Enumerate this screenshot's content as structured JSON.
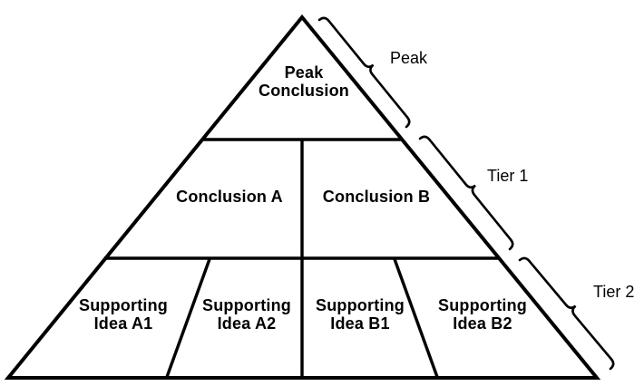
{
  "diagram": {
    "type": "pyramid-hierarchy",
    "colors": {
      "stroke": "#000000",
      "text": "#000000",
      "background": "#ffffff"
    },
    "peak_cell": {
      "line1": "Peak",
      "line2": "Conclusion"
    },
    "tier1_cells": [
      {
        "label": "Conclusion A"
      },
      {
        "label": "Conclusion B"
      }
    ],
    "tier2_cells": [
      {
        "line1": "Supporting",
        "line2": "Idea A1"
      },
      {
        "line1": "Supporting",
        "line2": "Idea A2"
      },
      {
        "line1": "Supporting",
        "line2": "Idea B1"
      },
      {
        "line1": "Supporting",
        "line2": "Idea B2"
      }
    ],
    "brace_labels": [
      {
        "label": "Peak"
      },
      {
        "label": "Tier 1"
      },
      {
        "label": "Tier 2"
      }
    ]
  }
}
